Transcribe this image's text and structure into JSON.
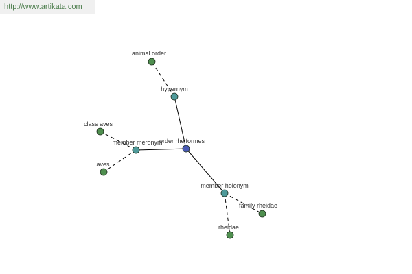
{
  "watermark": "http://www.artikata.com",
  "colors": {
    "center": "#4a5bb5",
    "relation": "#4f9a9a",
    "leaf": "#4f8f4f",
    "edge": "#000000",
    "watermark_bg": "#f0f0f0",
    "watermark_text": "#4f7f4f"
  },
  "nodes": [
    {
      "id": "order-rheiformes",
      "label": "order rheiformes",
      "kind": "center"
    },
    {
      "id": "hypernym",
      "label": "hypernym",
      "kind": "relation"
    },
    {
      "id": "member-meronym",
      "label": "member meronym",
      "kind": "relation"
    },
    {
      "id": "member-holonym",
      "label": "member holonym",
      "kind": "relation"
    },
    {
      "id": "animal-order",
      "label": "animal order",
      "kind": "leaf"
    },
    {
      "id": "class-aves",
      "label": "class aves",
      "kind": "leaf"
    },
    {
      "id": "aves",
      "label": "aves",
      "kind": "leaf"
    },
    {
      "id": "family-rheidae",
      "label": "family rheidae",
      "kind": "leaf"
    },
    {
      "id": "rheidae",
      "label": "rheidae",
      "kind": "leaf"
    }
  ],
  "edges": [
    {
      "from": "order-rheiformes",
      "to": "hypernym",
      "style": "solid"
    },
    {
      "from": "order-rheiformes",
      "to": "member-meronym",
      "style": "solid"
    },
    {
      "from": "order-rheiformes",
      "to": "member-holonym",
      "style": "solid"
    },
    {
      "from": "hypernym",
      "to": "animal-order",
      "style": "dashed"
    },
    {
      "from": "member-meronym",
      "to": "class-aves",
      "style": "dashed"
    },
    {
      "from": "member-meronym",
      "to": "aves",
      "style": "dashed"
    },
    {
      "from": "member-holonym",
      "to": "family-rheidae",
      "style": "dashed"
    },
    {
      "from": "member-holonym",
      "to": "rheidae",
      "style": "dashed"
    }
  ]
}
